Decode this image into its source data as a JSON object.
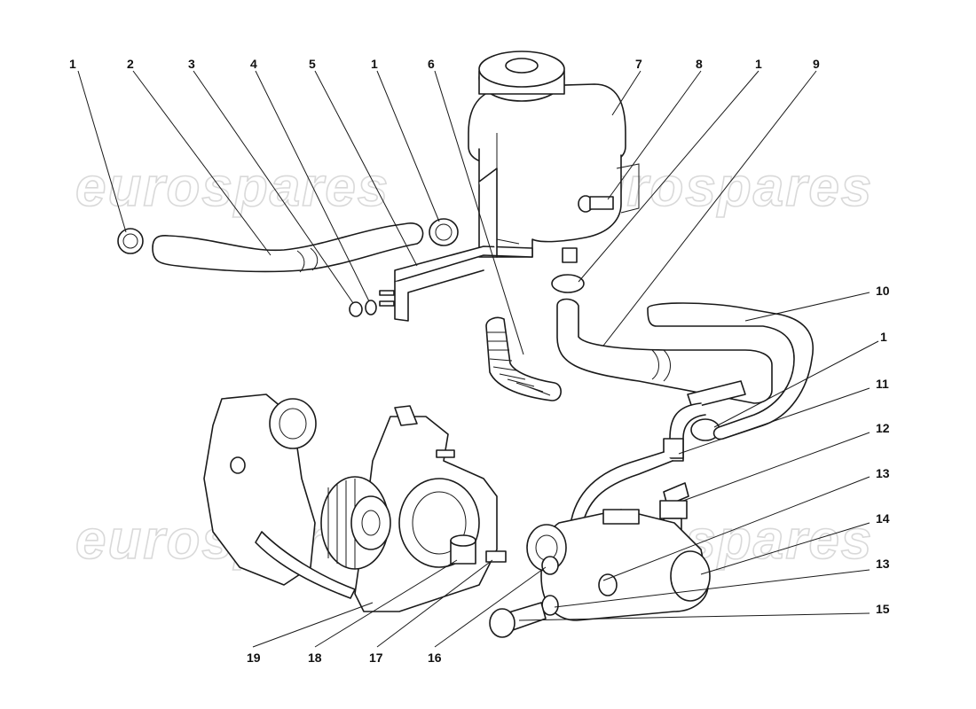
{
  "watermark": {
    "text": "eurospares",
    "color": "#d9d9d9"
  },
  "callouts": [
    {
      "id": "c1a",
      "label": "1"
    },
    {
      "id": "c2",
      "label": "2"
    },
    {
      "id": "c3",
      "label": "3"
    },
    {
      "id": "c4",
      "label": "4"
    },
    {
      "id": "c5",
      "label": "5"
    },
    {
      "id": "c1b",
      "label": "1"
    },
    {
      "id": "c6",
      "label": "6"
    },
    {
      "id": "c7",
      "label": "7"
    },
    {
      "id": "c8",
      "label": "8"
    },
    {
      "id": "c1c",
      "label": "1"
    },
    {
      "id": "c9",
      "label": "9"
    },
    {
      "id": "c10",
      "label": "10"
    },
    {
      "id": "c1d",
      "label": "1"
    },
    {
      "id": "c11",
      "label": "11"
    },
    {
      "id": "c12",
      "label": "12"
    },
    {
      "id": "c13a",
      "label": "13"
    },
    {
      "id": "c14",
      "label": "14"
    },
    {
      "id": "c13b",
      "label": "13"
    },
    {
      "id": "c15",
      "label": "15"
    },
    {
      "id": "c19",
      "label": "19"
    },
    {
      "id": "c18",
      "label": "18"
    },
    {
      "id": "c17",
      "label": "17"
    },
    {
      "id": "c16",
      "label": "16"
    }
  ]
}
